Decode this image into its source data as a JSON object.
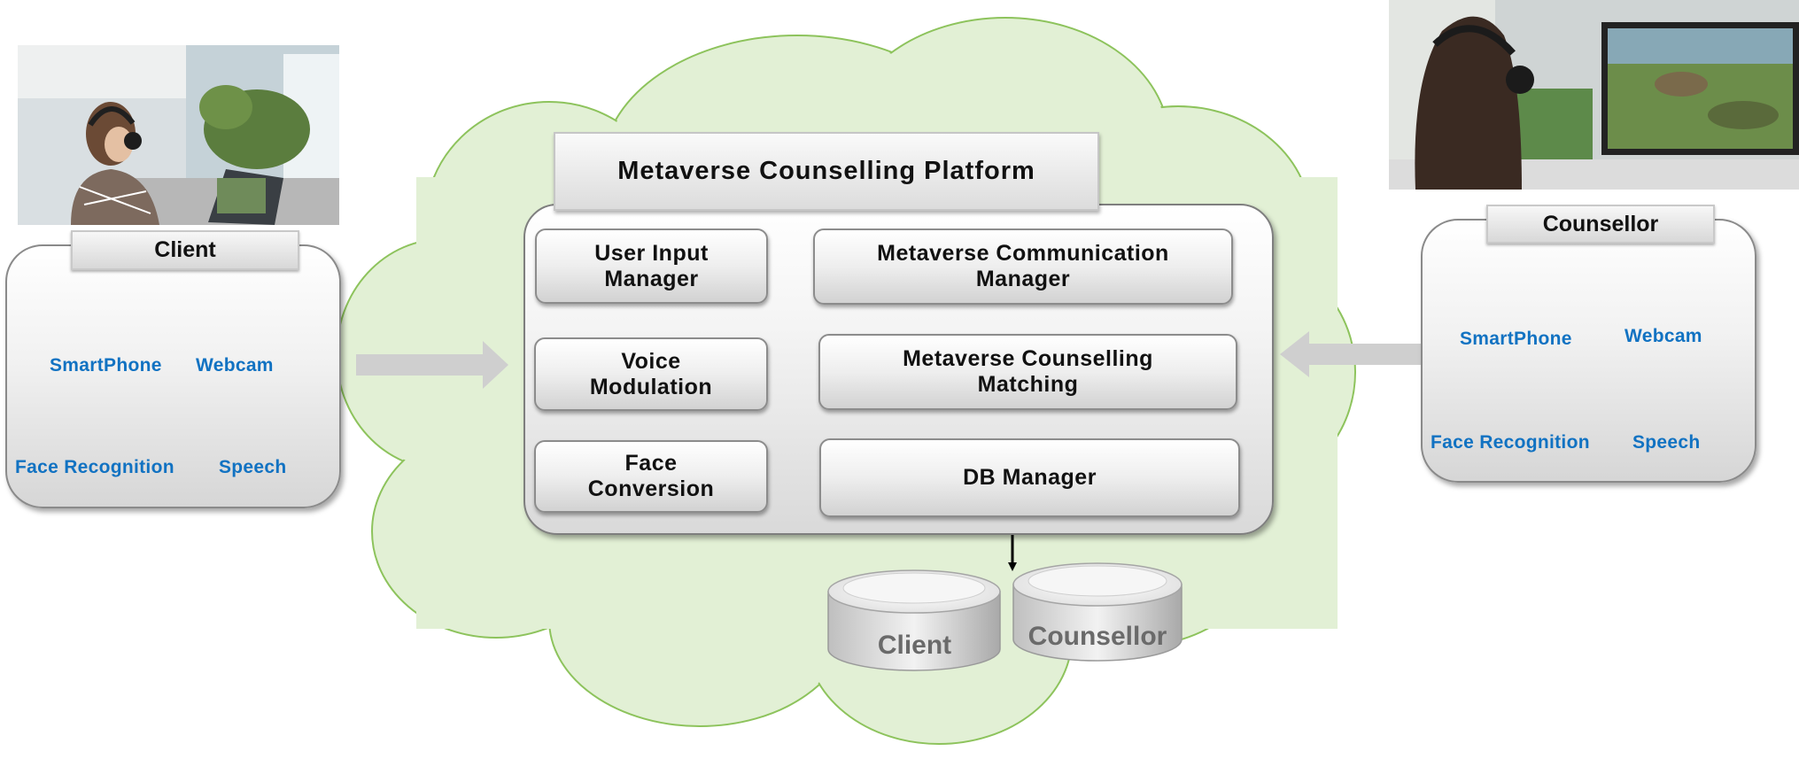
{
  "platform": {
    "title": "Metaverse Counselling Platform",
    "modules": {
      "user_input_manager": "User Input Manager",
      "voice_modulation": "Voice Modulation",
      "face_conversion": "Face Conversion",
      "communication_manager": "Metaverse Communication Manager",
      "counselling_matching": "Metaverse Counselling Matching",
      "db_manager": "DB Manager"
    }
  },
  "client_panel": {
    "title": "Client",
    "smartphone": "SmartPhone",
    "webcam": "Webcam",
    "face_recognition": "Face Recognition",
    "speech": "Speech"
  },
  "counsellor_panel": {
    "title": "Counsellor",
    "smartphone": "SmartPhone",
    "webcam": "Webcam",
    "face_recognition": "Face Recognition",
    "speech": "Speech"
  },
  "databases": {
    "client": "Client",
    "counsellor": "Counsellor"
  },
  "colors": {
    "cloud_fill": "#e2f0d5",
    "cloud_stroke": "#8dc35c",
    "label_blue": "#1172c2",
    "arrow_gray": "#d0d0d0"
  }
}
